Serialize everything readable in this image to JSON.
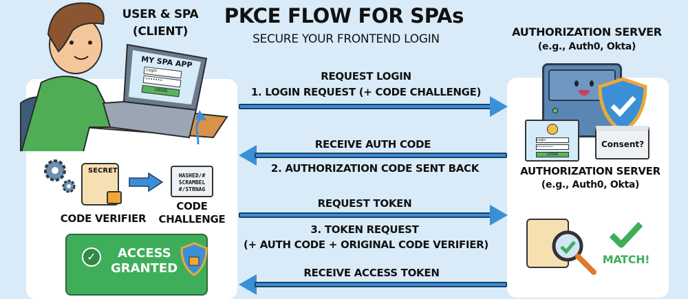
{
  "header": {
    "title": "PKCE FLOW FOR SPAs",
    "subtitle": "SECURE YOUR FRONTEND LOGIN"
  },
  "client": {
    "title": "USER & SPA",
    "subtitle": "(CLIENT)",
    "laptop": {
      "app_title": "MY SPA APP",
      "login_placeholder": "Login",
      "password_mask": "•••••••",
      "login_button": "LOGIN"
    },
    "code_verifier": {
      "secret_label": "SECRET",
      "label": "CODE VERIFIER"
    },
    "code_challenge": {
      "hash_lines": [
        "HASHED/#",
        "SCRAMBEL",
        "#/STRNAG"
      ],
      "label_line1": "CODE",
      "label_line2": "CHALLENGE"
    },
    "access": {
      "line1": "ACCESS",
      "line2": "GRANTED"
    }
  },
  "server": {
    "title": "AUTHORIZATION SERVER",
    "subtitle": "(e.g., Auth0, Okta)",
    "login_box": {
      "login_placeholder": "Login",
      "password_mask": "••••••••",
      "login_button": "LOGIN"
    },
    "consent": "Consent?",
    "title2": "AUTHORIZATION SERVER",
    "subtitle2": "(e.g., Auth0, Okta)",
    "match": "MATCH!"
  },
  "flow": [
    {
      "above": "REQUEST LOGIN",
      "below": "1. LOGIN REQUEST (+ CODE CHALLENGE)",
      "direction": "right"
    },
    {
      "above": "RECEIVE AUTH CODE",
      "below": "2. AUTHORIZATION CODE SENT BACK",
      "direction": "left"
    },
    {
      "above": "REQUEST TOKEN",
      "below": "3. TOKEN REQUEST",
      "below2": "(+ AUTH CODE + ORIGINAL CODE VERIFIER)",
      "direction": "right"
    },
    {
      "above": "RECEIVE ACCESS TOKEN",
      "direction": "left"
    }
  ],
  "colors": {
    "background": "#d9ebf8",
    "arrow": "#3b8fd6",
    "access_green": "#3fae5a",
    "match_green": "#3fae5a",
    "shield_gold": "#e9a93a"
  }
}
